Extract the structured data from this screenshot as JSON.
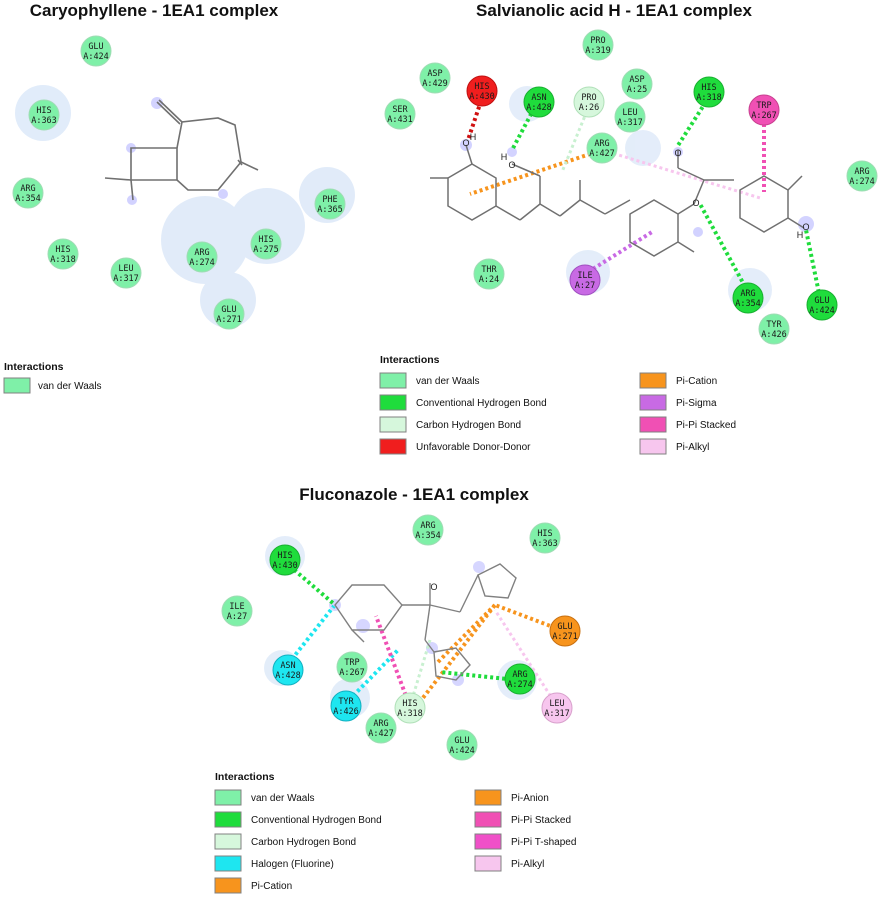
{
  "colors": {
    "van_der_waals": "#7ff0a8",
    "conventional_hydrogen_bond": "#1fdc3c",
    "carbon_hydrogen_bond": "#d6f7dc",
    "unfavorable_donor_donor": "#f01e1e",
    "pi_cation": "#f7941d",
    "pi_sigma": "#c86ae4",
    "pi_pi_stacked": "#f050b4",
    "pi_alkyl": "#f7c6ee",
    "halogen": "#1ee6f0",
    "pi_anion": "#f7941d",
    "pi_pi_t_shaped": "#f050c8"
  },
  "panels": [
    {
      "id": "caryophyllene",
      "title": "Caryophyllene - 1EA1 complex",
      "legend_heading": "Interactions",
      "legend": [
        {
          "label": "van der Waals",
          "color": "van_der_waals"
        }
      ],
      "residues": [
        {
          "name": "GLU",
          "id": "A:424",
          "color": "van_der_waals"
        },
        {
          "name": "HIS",
          "id": "A:363",
          "color": "van_der_waals"
        },
        {
          "name": "ARG",
          "id": "A:354",
          "color": "van_der_waals"
        },
        {
          "name": "HIS",
          "id": "A:318",
          "color": "van_der_waals"
        },
        {
          "name": "LEU",
          "id": "A:317",
          "color": "van_der_waals"
        },
        {
          "name": "ARG",
          "id": "A:274",
          "color": "van_der_waals"
        },
        {
          "name": "HIS",
          "id": "A:275",
          "color": "van_der_waals"
        },
        {
          "name": "PHE",
          "id": "A:365",
          "color": "van_der_waals"
        },
        {
          "name": "GLU",
          "id": "A:271",
          "color": "van_der_waals"
        }
      ]
    },
    {
      "id": "salvianolic",
      "title": "Salvianolic acid H - 1EA1 complex",
      "legend_heading": "Interactions",
      "legend": [
        {
          "label": "van der Waals",
          "color": "van_der_waals"
        },
        {
          "label": "Conventional Hydrogen Bond",
          "color": "conventional_hydrogen_bond"
        },
        {
          "label": "Carbon Hydrogen Bond",
          "color": "carbon_hydrogen_bond"
        },
        {
          "label": "Unfavorable Donor-Donor",
          "color": "unfavorable_donor_donor"
        },
        {
          "label": "Pi-Cation",
          "color": "pi_cation"
        },
        {
          "label": "Pi-Sigma",
          "color": "pi_sigma"
        },
        {
          "label": "Pi-Pi Stacked",
          "color": "pi_pi_stacked"
        },
        {
          "label": "Pi-Alkyl",
          "color": "pi_alkyl"
        }
      ],
      "residues": [
        {
          "name": "PRO",
          "id": "A:319",
          "color": "van_der_waals"
        },
        {
          "name": "ASP",
          "id": "A:429",
          "color": "van_der_waals"
        },
        {
          "name": "HIS",
          "id": "A:430",
          "color": "unfavorable_donor_donor"
        },
        {
          "name": "ASN",
          "id": "A:428",
          "color": "conventional_hydrogen_bond"
        },
        {
          "name": "PRO",
          "id": "A:26",
          "color": "carbon_hydrogen_bond"
        },
        {
          "name": "ASP",
          "id": "A:25",
          "color": "van_der_waals"
        },
        {
          "name": "HIS",
          "id": "A:318",
          "color": "conventional_hydrogen_bond"
        },
        {
          "name": "TRP",
          "id": "A:267",
          "color": "pi_pi_stacked"
        },
        {
          "name": "SER",
          "id": "A:431",
          "color": "van_der_waals"
        },
        {
          "name": "LEU",
          "id": "A:317",
          "color": "van_der_waals"
        },
        {
          "name": "ARG",
          "id": "A:427",
          "color": "van_der_waals"
        },
        {
          "name": "ARG",
          "id": "A:274",
          "color": "van_der_waals"
        },
        {
          "name": "THR",
          "id": "A:24",
          "color": "van_der_waals"
        },
        {
          "name": "ILE",
          "id": "A:27",
          "color": "pi_sigma"
        },
        {
          "name": "ARG",
          "id": "A:354",
          "color": "conventional_hydrogen_bond"
        },
        {
          "name": "GLU",
          "id": "A:424",
          "color": "conventional_hydrogen_bond"
        },
        {
          "name": "TYR",
          "id": "A:426",
          "color": "van_der_waals"
        }
      ]
    },
    {
      "id": "fluconazole",
      "title": "Fluconazole - 1EA1 complex",
      "legend_heading": "Interactions",
      "legend": [
        {
          "label": "van der Waals",
          "color": "van_der_waals"
        },
        {
          "label": "Conventional Hydrogen Bond",
          "color": "conventional_hydrogen_bond"
        },
        {
          "label": "Carbon Hydrogen Bond",
          "color": "carbon_hydrogen_bond"
        },
        {
          "label": "Halogen (Fluorine)",
          "color": "halogen"
        },
        {
          "label": "Pi-Cation",
          "color": "pi_cation"
        },
        {
          "label": "Pi-Anion",
          "color": "pi_anion"
        },
        {
          "label": "Pi-Pi Stacked",
          "color": "pi_pi_stacked"
        },
        {
          "label": "Pi-Pi T-shaped",
          "color": "pi_pi_t_shaped"
        },
        {
          "label": "Pi-Alkyl",
          "color": "pi_alkyl"
        }
      ],
      "residues": [
        {
          "name": "ARG",
          "id": "A:354",
          "color": "van_der_waals"
        },
        {
          "name": "HIS",
          "id": "A:363",
          "color": "van_der_waals"
        },
        {
          "name": "HIS",
          "id": "A:430",
          "color": "conventional_hydrogen_bond"
        },
        {
          "name": "ILE",
          "id": "A:27",
          "color": "van_der_waals"
        },
        {
          "name": "GLU",
          "id": "A:271",
          "color": "pi_anion"
        },
        {
          "name": "ASN",
          "id": "A:428",
          "color": "halogen"
        },
        {
          "name": "TRP",
          "id": "A:267",
          "color": "van_der_waals"
        },
        {
          "name": "ARG",
          "id": "A:274",
          "color": "conventional_hydrogen_bond"
        },
        {
          "name": "TYR",
          "id": "A:426",
          "color": "halogen"
        },
        {
          "name": "HIS",
          "id": "A:318",
          "color": "carbon_hydrogen_bond"
        },
        {
          "name": "LEU",
          "id": "A:317",
          "color": "pi_alkyl"
        },
        {
          "name": "ARG",
          "id": "A:427",
          "color": "van_der_waals"
        },
        {
          "name": "GLU",
          "id": "A:424",
          "color": "van_der_waals"
        }
      ]
    }
  ],
  "atoms": {
    "oxygen": "O",
    "hydrogen": "H"
  }
}
